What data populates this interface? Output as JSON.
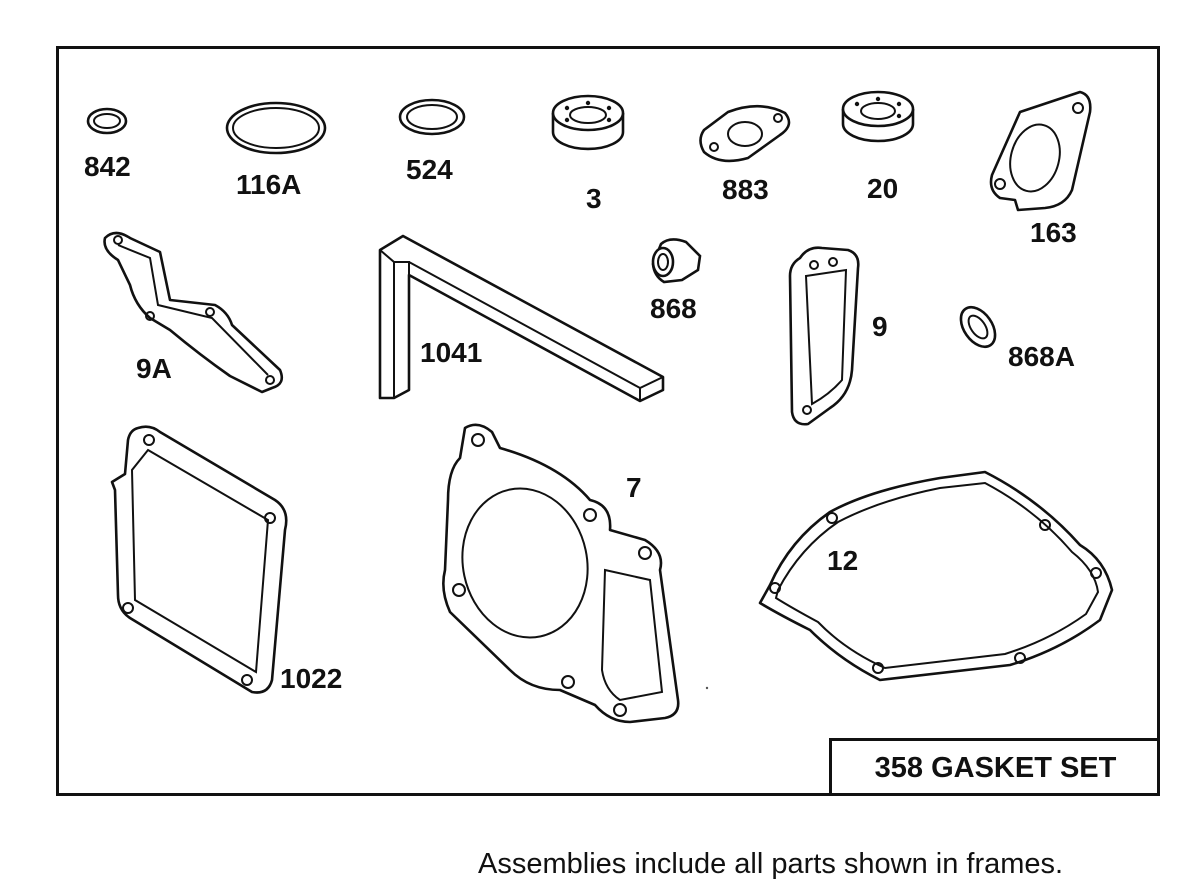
{
  "frame_title": "358 GASKET SET",
  "footnote": "Assemblies include all parts shown in frames.",
  "parts": [
    {
      "id": "842"
    },
    {
      "id": "116A"
    },
    {
      "id": "524"
    },
    {
      "id": "3"
    },
    {
      "id": "883"
    },
    {
      "id": "20"
    },
    {
      "id": "163"
    },
    {
      "id": "9A"
    },
    {
      "id": "1041"
    },
    {
      "id": "868"
    },
    {
      "id": "9"
    },
    {
      "id": "868A"
    },
    {
      "id": "1022"
    },
    {
      "id": "7"
    },
    {
      "id": "12"
    }
  ]
}
